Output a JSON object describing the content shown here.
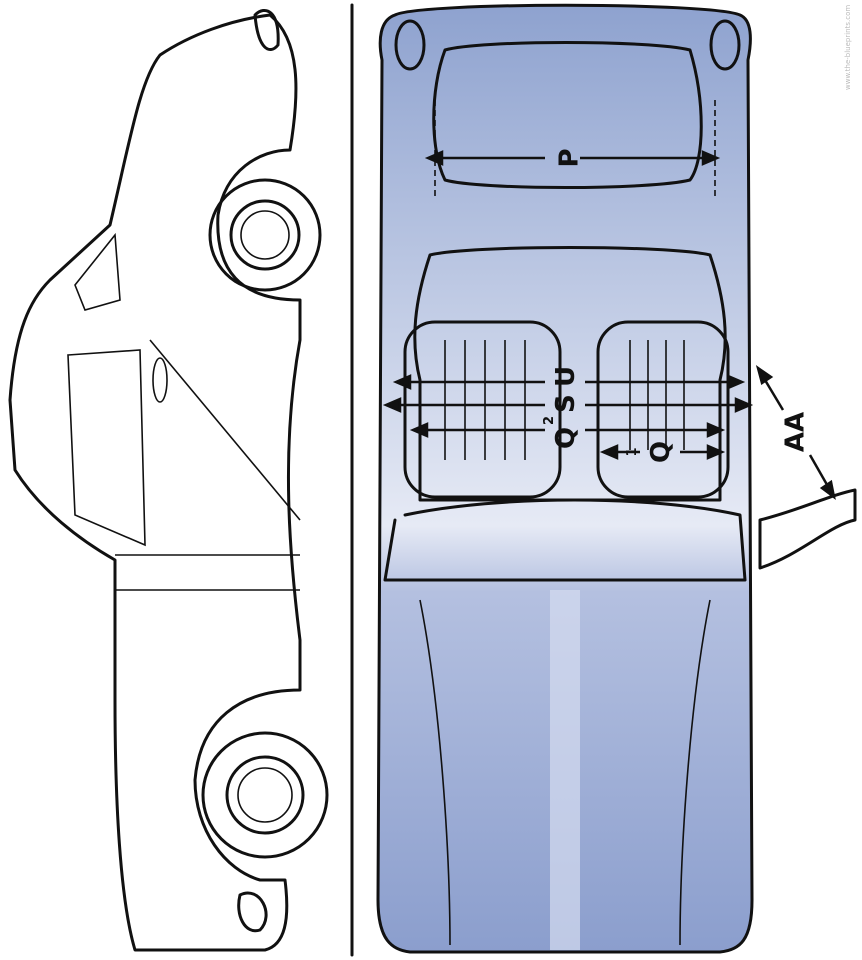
{
  "labels": {
    "p": "P",
    "q2": "Q",
    "q2_sup": "2",
    "s": "S",
    "u": "U",
    "q1": "Q",
    "q1_sup": "1",
    "aa": "AA"
  },
  "watermark": "www.the-blueprints.com",
  "colors": {
    "body_fill": "#9aabd4",
    "body_light": "#dde3f2",
    "line": "#111111"
  }
}
